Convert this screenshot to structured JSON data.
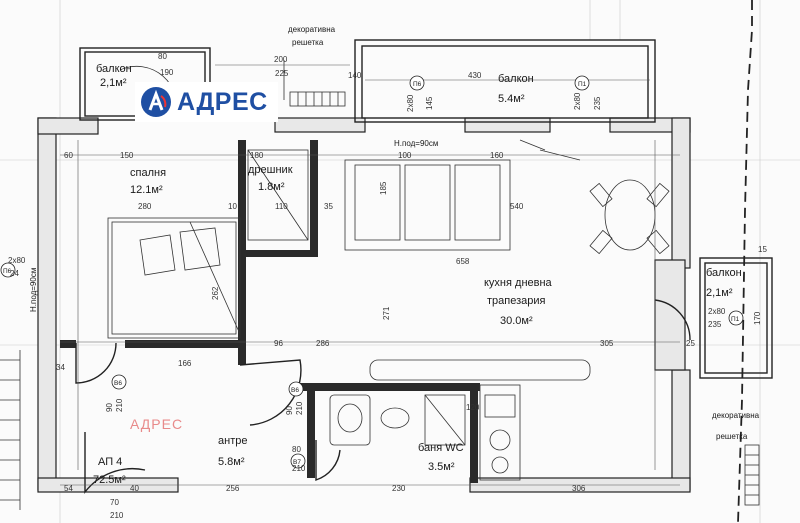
{
  "brand": {
    "logo_text": "АДРЕС",
    "watermark_text": "АДРЕС",
    "color": "#1f4fa3",
    "watermark_color": "#e88a8a"
  },
  "rooms": {
    "balcony_top_left": {
      "name": "балкон",
      "area": "2,1м²"
    },
    "balcony_top": {
      "name": "балкон",
      "area": "5.4м²"
    },
    "bedroom": {
      "name": "спалня",
      "area": "12.1м²"
    },
    "wardrobe": {
      "name": "дрешник",
      "area": "1.8м²"
    },
    "kitchen": {
      "name": "кухня дневна",
      "name2": "трапезария",
      "area": "30.0м²"
    },
    "balcony_right": {
      "name": "балкон",
      "area": "2,1м²"
    },
    "hall": {
      "name": "антре",
      "area": "5.8м²"
    },
    "bath": {
      "name": "баня WC",
      "area": "3.5м²"
    },
    "apartment": {
      "name": "АП 4",
      "area": "72.5м²"
    }
  },
  "notes": {
    "deco_top_1": "декоративна",
    "deco_top_2": "решетка",
    "deco_right_1": "декоративна",
    "deco_right_2": "решетка",
    "sill": "Н.под=90см",
    "sill_left": "Н.под=90см"
  },
  "tags": {
    "p6": "П6",
    "p1": "П1",
    "p6_left": "П6",
    "p1_right": "П1",
    "b6": "В6",
    "b6b": "В6",
    "b7": "В7"
  },
  "dims": {
    "d200": "200",
    "d225": "225",
    "d430": "430",
    "d140": "140",
    "d80": "80",
    "d190": "190",
    "d80b": "80",
    "d180": "180",
    "d235": "235",
    "d145": "145",
    "d60": "60",
    "d100": "100",
    "d160": "160",
    "d150": "150",
    "d540": "540",
    "d280": "280",
    "d110": "110",
    "d10": "10",
    "d35": "35",
    "d658": "658",
    "d185": "185",
    "d271": "271",
    "d262": "262",
    "d286": "286",
    "d305": "305",
    "d25": "25",
    "d166": "166",
    "d96": "96",
    "d34": "34",
    "d90": "90",
    "d210": "210",
    "d120": "120",
    "d230": "230",
    "d256": "256",
    "d306": "306",
    "d15": "15",
    "d2x80": "2x80",
    "d2x80b": "2x80",
    "d2x80c": "2x80",
    "d24": "24",
    "d90b": "90",
    "d210b": "210",
    "d80c": "80",
    "d210c": "210",
    "d54": "54",
    "d170": "170",
    "d40": "40",
    "d70": "70",
    "d210d": "210"
  }
}
